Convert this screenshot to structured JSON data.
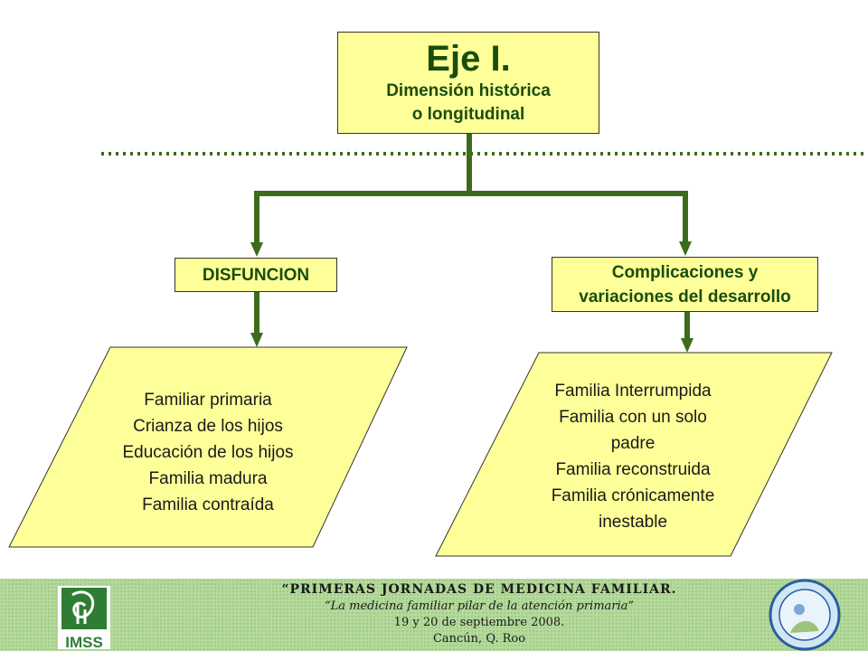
{
  "diagram": {
    "title": "Eje I.",
    "subtitle_line1": "Dimensión histórica",
    "subtitle_line2": "o longitudinal",
    "left_branch": {
      "label": "DISFUNCION",
      "items": [
        "Familiar primaria",
        "Crianza de los hijos",
        "Educación de los hijos",
        "Familia madura",
        "Familia contraída"
      ]
    },
    "right_branch": {
      "label_line1": "Complicaciones y",
      "label_line2": "variaciones del desarrollo",
      "items": [
        "Familia Interrumpida",
        "Familia con un solo",
        "padre",
        "Familia reconstruida",
        "Familia crónicamente",
        "inestable"
      ]
    }
  },
  "banner": {
    "line1": "“PRIMERAS JORNADAS DE MEDICINA FAMILIAR.",
    "line2": "“La medicina familiar pilar de la atención primaria”",
    "line3": "19 y 20 de septiembre 2008.",
    "line4": "Cancún, Q. Roo",
    "logo_text": "IMSS"
  },
  "colors": {
    "box_fill": "#ffff99",
    "connector": "#3d6b1c",
    "text": "#1a4d0d",
    "banner": "#a8d08d"
  }
}
